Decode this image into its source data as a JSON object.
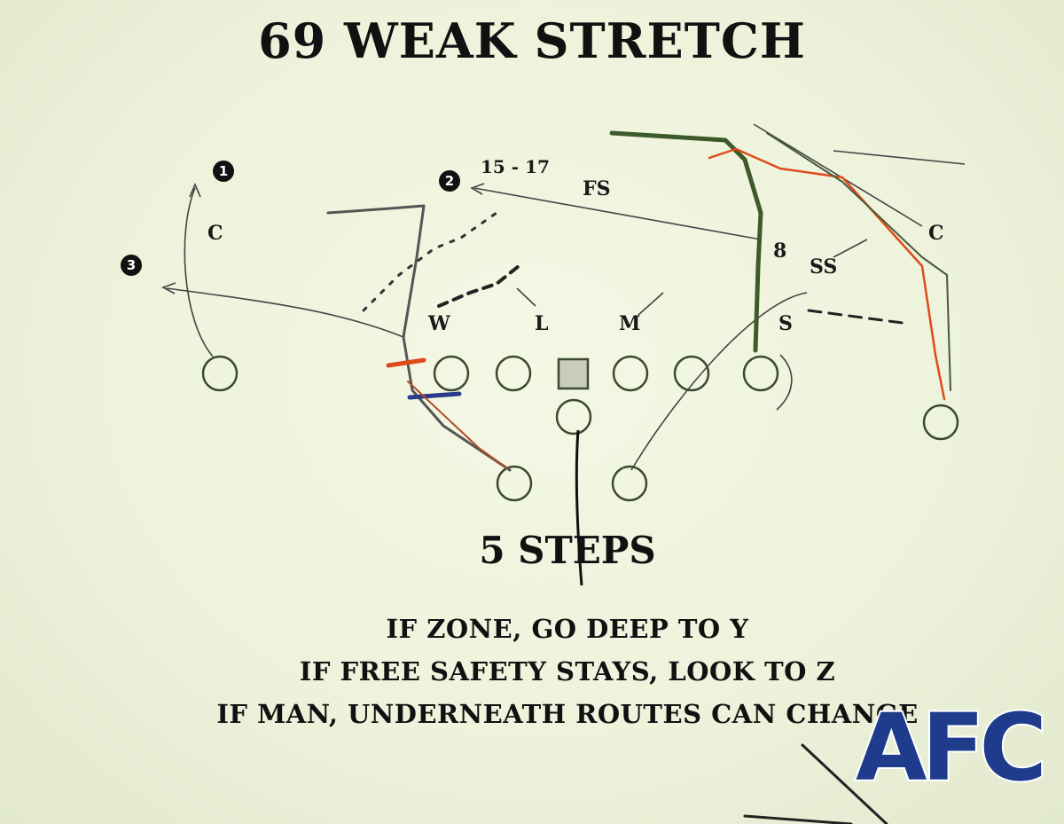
{
  "title": "69 WEAK STRETCH",
  "steps": "5 STEPS",
  "rules": [
    "IF ZONE, GO DEEP TO Y",
    "IF FREE SAFETY STAYS, LOOK TO Z",
    "IF MAN, UNDERNEATH ROUTES CAN CHANGE"
  ],
  "progression": {
    "first": "1",
    "second": "2",
    "third": "3",
    "timing": "15 - 17"
  },
  "defense": {
    "corner_left": "C",
    "free_safety": "FS",
    "eight": "8",
    "strong_safety": "SS",
    "corner_right": "C",
    "will": "W",
    "linebacker_l": "L",
    "mike": "M",
    "sam": "S"
  },
  "logo": {
    "text": "AFC",
    "color": "#1f3b8c"
  },
  "colors": {
    "ink": "#111111",
    "marker_green": "#3d5a2a",
    "marker_red": "#e04a1a",
    "marker_blue": "#2a3a8a"
  }
}
